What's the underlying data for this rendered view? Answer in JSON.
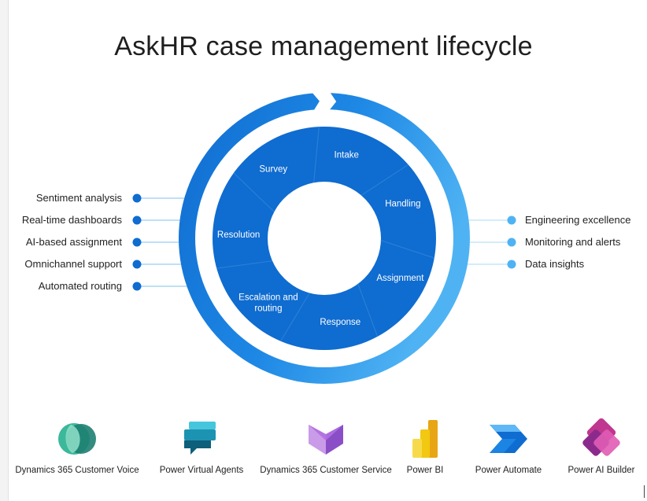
{
  "title": "AskHR case management lifecycle",
  "lifecycle": {
    "stages": [
      "Intake",
      "Handling",
      "Assignment",
      "Response",
      "Escalation and\nrouting",
      "Resolution",
      "Survey"
    ]
  },
  "left_features": [
    "Sentiment analysis",
    "Real-time dashboards",
    "AI-based assignment",
    "Omnichannel support",
    "Automated routing"
  ],
  "right_features": [
    "Engineering excellence",
    "Monitoring and alerts",
    "Data insights"
  ],
  "products": [
    {
      "name": "Dynamics 365 Customer Voice",
      "icon": "customer-voice-icon"
    },
    {
      "name": "Power Virtual Agents",
      "icon": "virtual-agents-icon"
    },
    {
      "name": "Dynamics 365 Customer Service",
      "icon": "customer-service-icon"
    },
    {
      "name": "Power BI",
      "icon": "power-bi-icon"
    },
    {
      "name": "Power Automate",
      "icon": "power-automate-icon"
    },
    {
      "name": "Power AI Builder",
      "icon": "ai-builder-icon"
    }
  ],
  "colors": {
    "dark_blue": "#0f6cd0",
    "mid_blue": "#1e88e5",
    "light_blue": "#4fb3f3",
    "stage_text": "#ffffff"
  }
}
